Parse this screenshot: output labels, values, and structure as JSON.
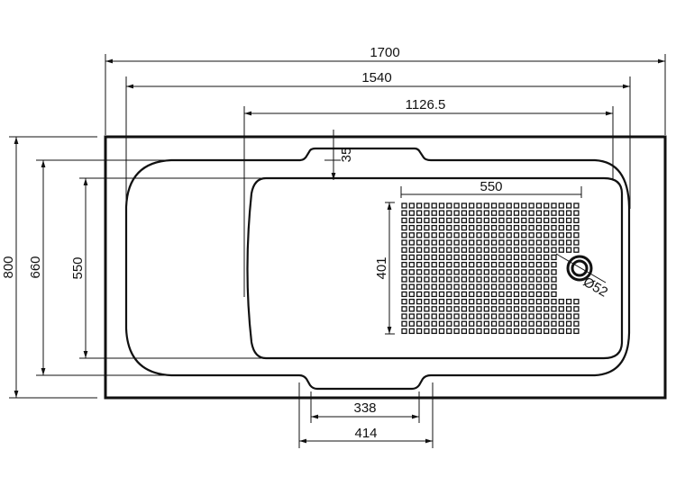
{
  "drawing": {
    "title": "Bathtub plan view",
    "dimensions": {
      "overall_length": "1700",
      "inner_length": "1540",
      "basin_length": "1126.5",
      "rim_step": "35",
      "mat_width": "550",
      "mat_height": "401",
      "drain_diameter": "Ø52",
      "overall_width": "800",
      "inner_width": "660",
      "basin_width": "550",
      "notch_inner": "338",
      "notch_outer": "414"
    },
    "mat_grid": {
      "columns": 24,
      "rows": 18,
      "short_rows_start": 7,
      "short_rows_end": 12,
      "short_row_columns": 21
    },
    "colors": {
      "line": "#111111",
      "background": "#ffffff"
    }
  }
}
